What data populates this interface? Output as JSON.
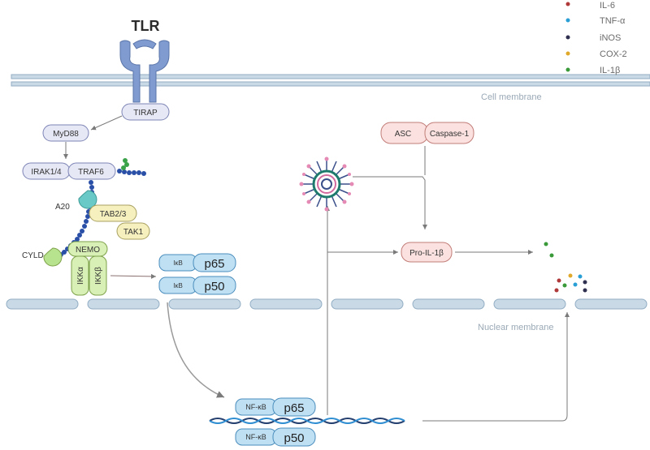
{
  "title": "TLR",
  "labels": {
    "cell_membrane": "Cell membrane",
    "nuclear_membrane": "Nuclear membrane",
    "tirap": "TIRAP",
    "myd88": "MyD88",
    "irak": "IRAK1/4",
    "traf6": "TRAF6",
    "a20": "A20",
    "tab23": "TAB2/3",
    "tak1": "TAK1",
    "cyld": "CYLD",
    "nemo": "NEMO",
    "ikka": "IKKα",
    "ikkb": "IKKβ",
    "ikb1": "IκB",
    "p65_cyto": "p65",
    "ikb2": "IκB",
    "p50_cyto": "p50",
    "nfkb1": "NF-κB",
    "p65_nuc": "p65",
    "nfkb2": "NF-κB",
    "p50_nuc": "p50",
    "asc": "ASC",
    "caspase1": "Caspase-1",
    "pro_il1b": "Pro-IL-1β"
  },
  "legend": [
    {
      "label": "IL-6",
      "color": "#b03a3a"
    },
    {
      "label": "TNF-α",
      "color": "#2a9fd6"
    },
    {
      "label": "iNOS",
      "color": "#2f2f4f"
    },
    {
      "label": "COX-2",
      "color": "#e0a92a"
    },
    {
      "label": "IL-1β",
      "color": "#3a9a3a"
    }
  ],
  "colors": {
    "membrane": "#c9d9e6",
    "membrane_stroke": "#93aec4",
    "receptor": "#7f9bcf",
    "lilac_box": "#e6e8f5",
    "lilac_stroke": "#7d84b5",
    "yellow_box": "#f6f0bf",
    "yellow_stroke": "#a8a060",
    "green_box": "#d8efb5",
    "green_stroke": "#7ea24a",
    "blue_box": "#bfe0f3",
    "blue_stroke": "#4a8dbd",
    "pink_box": "#fbe2e0",
    "pink_stroke": "#c27d78",
    "ubiquitin": "#2a4fa7",
    "arrow": "#7a7a7a",
    "dna1": "#243e6e",
    "dna2": "#2f8ed1"
  }
}
